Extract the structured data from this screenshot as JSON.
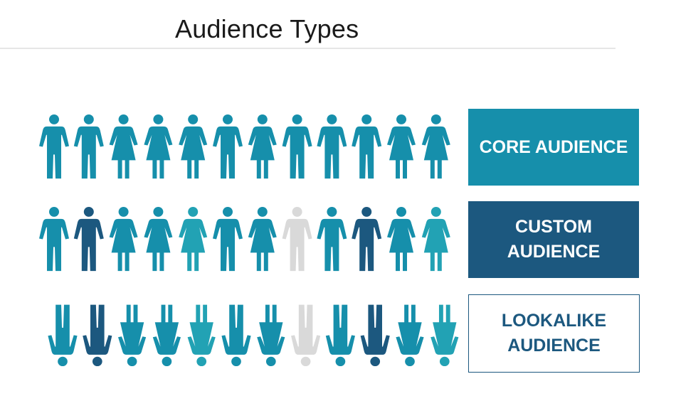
{
  "title": "Audience Types",
  "colors": {
    "teal": "#168fab",
    "navy": "#1c587f",
    "light_teal": "#22a2b4",
    "grey": "#d9d9d9"
  },
  "rows": [
    {
      "key": "core",
      "label_lines": [
        "CORE AUDIENCE"
      ],
      "figures": [
        "male",
        "male",
        "female",
        "female",
        "female",
        "male",
        "female",
        "male",
        "male",
        "male",
        "female",
        "female"
      ],
      "colors": [
        "teal",
        "teal",
        "teal",
        "teal",
        "teal",
        "teal",
        "teal",
        "teal",
        "teal",
        "teal",
        "teal",
        "teal"
      ]
    },
    {
      "key": "custom",
      "label_lines": [
        "CUSTOM",
        "AUDIENCE"
      ],
      "figures": [
        "male",
        "male",
        "female",
        "female",
        "female",
        "male",
        "female",
        "male",
        "male",
        "male",
        "female",
        "female"
      ],
      "colors": [
        "teal",
        "navy",
        "teal",
        "teal",
        "light_teal",
        "teal",
        "teal",
        "grey",
        "teal",
        "navy",
        "teal",
        "light_teal"
      ]
    },
    {
      "key": "lookalike",
      "label_lines": [
        "LOOKALIKE",
        "AUDIENCE"
      ],
      "figures": [
        "male",
        "male",
        "female",
        "female",
        "female",
        "male",
        "female",
        "male",
        "male",
        "male",
        "female",
        "female"
      ],
      "colors": [
        "teal",
        "navy",
        "teal",
        "teal",
        "light_teal",
        "teal",
        "teal",
        "grey",
        "teal",
        "navy",
        "teal",
        "light_teal"
      ]
    }
  ]
}
